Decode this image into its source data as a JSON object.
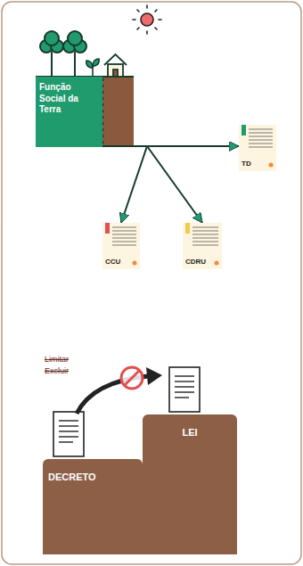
{
  "diagram": {
    "nodes": [
      {
        "text": [
          "Função Social da Terra"
        ]
      },
      {
        "text": [
          "TD"
        ]
      },
      {
        "text": [
          "CCU"
        ]
      },
      {
        "text": [
          "CDRU"
        ]
      },
      {
        "text": [
          "DECRETO"
        ]
      },
      {
        "text": [
          "LEI"
        ]
      }
    ],
    "edges": [
      {
        "from": 0,
        "to": 1,
        "arrow": "to"
      },
      {
        "from": 0,
        "to": 2,
        "arrow": "to"
      },
      {
        "from": 0,
        "to": 3,
        "arrow": "to"
      }
    ],
    "labels": [
      "Limitar",
      "Excluir"
    ]
  }
}
